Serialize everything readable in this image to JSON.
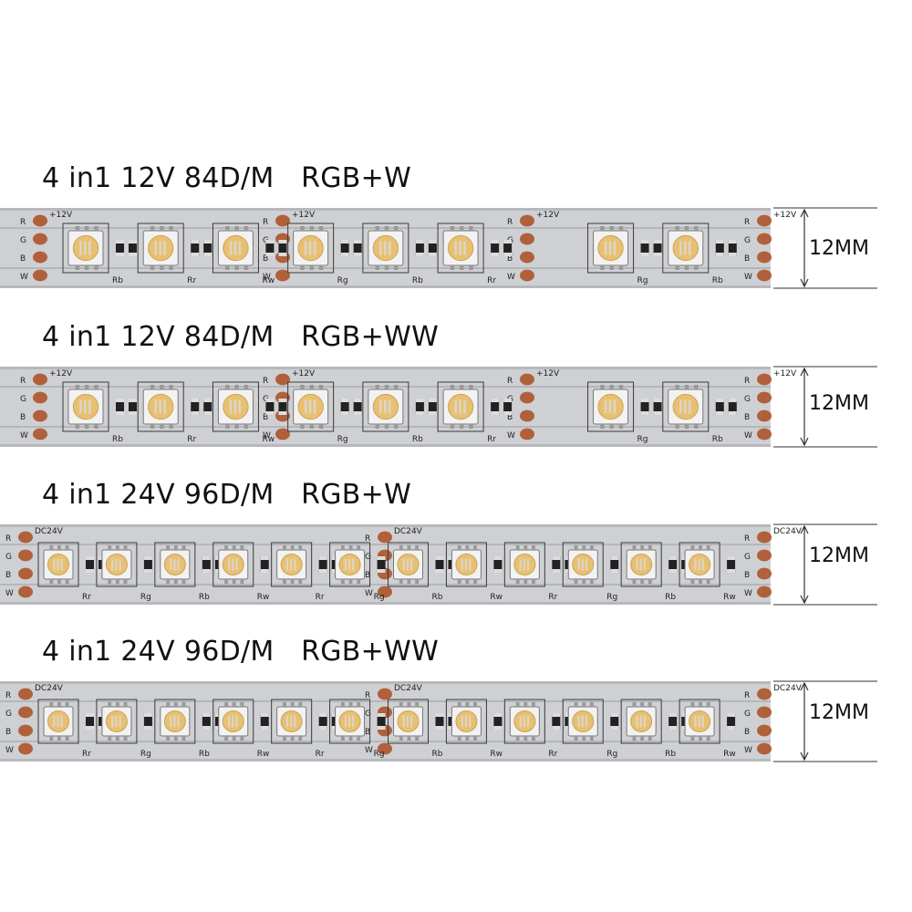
{
  "strips": [
    {
      "title_left": "4 in1 12V 84D/M",
      "title_right": "RGB+W",
      "voltage_mark": "+12V",
      "type": "12v",
      "width_label": "12MM"
    },
    {
      "title_left": "4 in1 12V 84D/M",
      "title_right": "RGB+WW",
      "voltage_mark": "+12V",
      "type": "12v",
      "width_label": "12MM"
    },
    {
      "title_left": "4 in1 24V 96D/M",
      "title_right": "RGB+W",
      "voltage_mark": "DC24V",
      "type": "24v",
      "width_label": "12MM"
    },
    {
      "title_left": "4 in1 24V 96D/M",
      "title_right": "RGB+WW",
      "voltage_mark": "DC24V",
      "type": "24v",
      "width_label": "12MM"
    }
  ],
  "pad_labels": [
    "R",
    "G",
    "B",
    "W"
  ],
  "resistor_labels_12v": [
    "Rb",
    "Rr",
    "Rw",
    "Rg"
  ],
  "resistor_labels_24v": [
    "Rr",
    "Rg",
    "Rb",
    "Rw"
  ],
  "colors": {
    "pcb": "#cfd0d3",
    "pcb_dark": "#b7b8bc",
    "copper_pad": "#b0603a",
    "led_body": "#f2f2f2",
    "led_phosphor": "#e8c070",
    "trace": "#3a3a3a"
  }
}
